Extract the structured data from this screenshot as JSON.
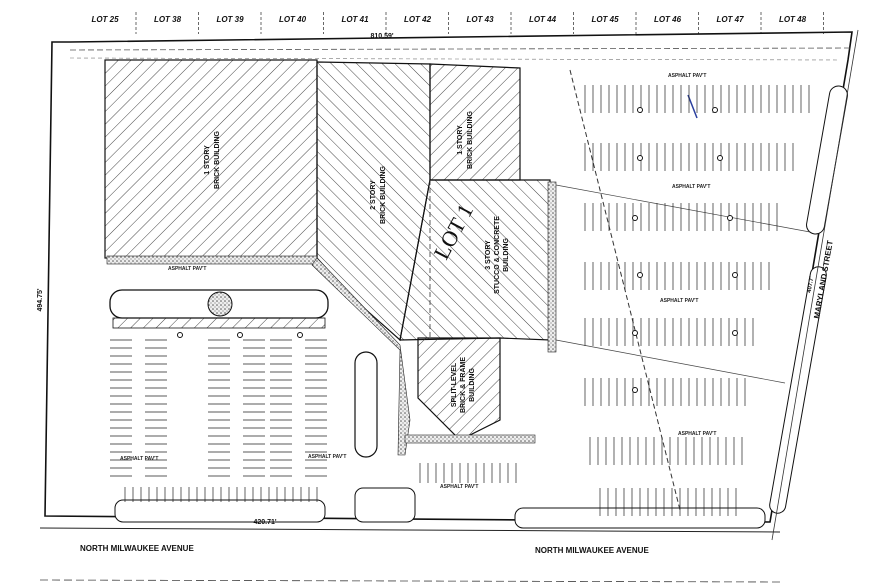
{
  "lots": [
    "LOT 25",
    "LOT 38",
    "LOT 39",
    "LOT 40",
    "LOT 41",
    "LOT 42",
    "LOT 43",
    "LOT 44",
    "LOT 45",
    "LOT 46",
    "LOT 47",
    "LOT 48"
  ],
  "lot_main": "LOT 1",
  "dimensions": {
    "top": "810.59'",
    "left": "494.75'",
    "bottom": "420.71'",
    "right": "407.7'"
  },
  "buildings": {
    "b1": [
      "1 STORY",
      "BRICK BUILDING"
    ],
    "b2": [
      "2 STORY",
      "BRICK BUILDING"
    ],
    "b3": [
      "1 STORY",
      "BRICK BUILDING"
    ],
    "b4": [
      "3 STORY",
      "STUCCO & CONCRETE",
      "BUILDING"
    ],
    "b5": [
      "SPLIT-LEVEL",
      "BRICK & FRAME",
      "BUILDING"
    ]
  },
  "streets": {
    "south_left": "NORTH MILWAUKEE AVENUE",
    "south_right": "NORTH MILWAUKEE AVENUE",
    "east": "MARYLAND STREET"
  },
  "notes": {
    "asphalt": "ASPHALT PAV'T"
  },
  "colors": {
    "ink": "#111111",
    "accent": "#2a3f9e"
  }
}
